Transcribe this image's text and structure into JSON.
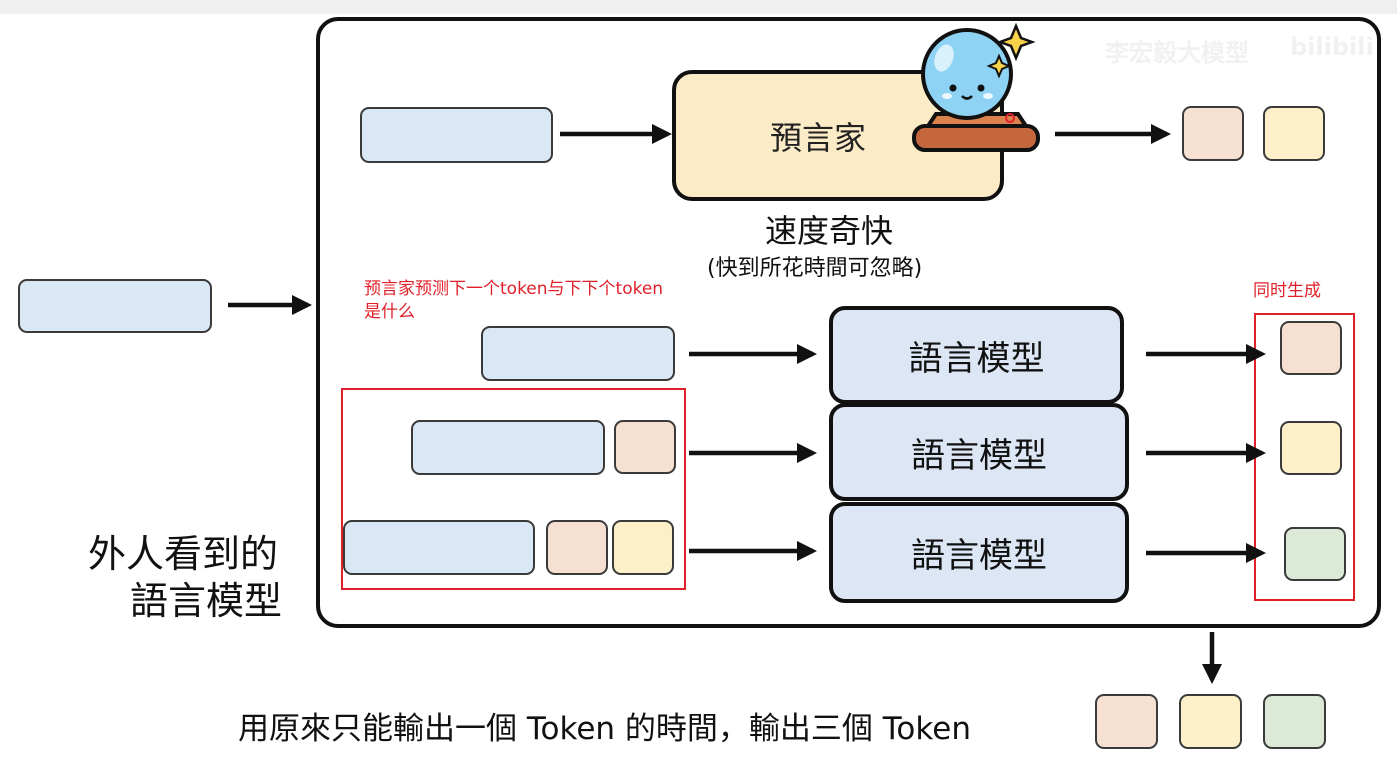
{
  "oracle_label": "預言家",
  "speed_title": "速度奇快",
  "speed_note": "(快到所花時間可忽略)",
  "red_note_line1": "预言家预测下一个token与下下个token",
  "red_note_line2": "是什么",
  "simultaneous_label": "同时生成",
  "lm_labels": [
    "語言模型",
    "語言模型",
    "語言模型"
  ],
  "outsider_line1": "外人看到的",
  "outsider_line2": "語言模型",
  "bottom_caption": "用原來只能輸出一個 Token 的時間，輸出三個 Token",
  "watermark": "李宏毅大模型",
  "watermark_logo": "bilibili",
  "colors": {
    "input_blue": "#dae8f5",
    "token_peach": "#f6e0d2",
    "token_yellow": "#fdf0c8",
    "token_green": "#dce9d6",
    "oracle_fill": "#fcebc7",
    "lm_fill": "#dce6f4",
    "highlight_red": "#e0202a"
  },
  "icons": {
    "oracle_mascot": "crystal-ball-icon"
  }
}
